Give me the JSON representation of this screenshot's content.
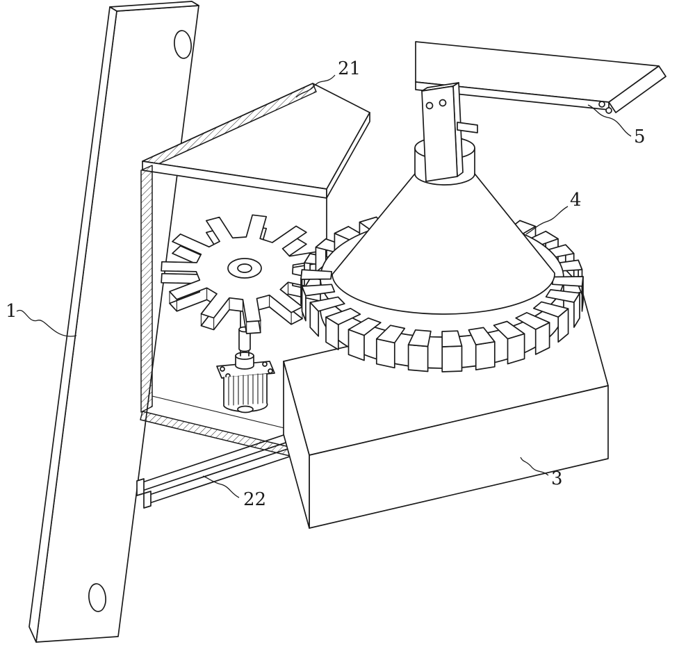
{
  "figure": {
    "background_color": "#ffffff",
    "ink_color": "#1a1a1a",
    "reference_numerals": {
      "mounting_plate": "1",
      "gear_housing": "21",
      "guide_rails": "22",
      "base_block": "3",
      "ring_gear": "4",
      "bracket_arm": "5"
    }
  }
}
